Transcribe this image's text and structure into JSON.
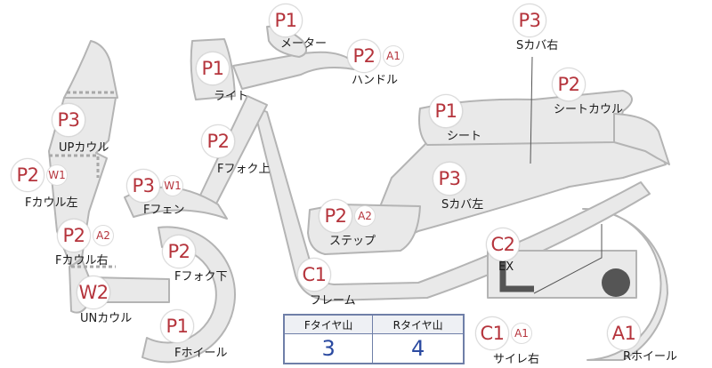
{
  "colors": {
    "part_fill": "#e9e9e9",
    "part_stroke": "#b4b4b4",
    "dark_part": "#555555",
    "grade_text": "#b5343c",
    "table_border": "#6f7fa8",
    "table_value": "#2b4aa0"
  },
  "parts": [
    {
      "id": "meter",
      "grade": "P1",
      "badge": "",
      "label": "メーター"
    },
    {
      "id": "handle",
      "grade": "P2",
      "badge": "A1",
      "label": "ハンドル"
    },
    {
      "id": "light",
      "grade": "P1",
      "badge": "",
      "label": "ライト"
    },
    {
      "id": "up-cowl",
      "grade": "P3",
      "badge": "",
      "label": "UPカウル"
    },
    {
      "id": "f-fork-upper",
      "grade": "P2",
      "badge": "",
      "label": "Fフォク上"
    },
    {
      "id": "f-cowl-left",
      "grade": "P2",
      "badge": "W1",
      "label": "Fカウル左"
    },
    {
      "id": "f-fender",
      "grade": "P3",
      "badge": "W1",
      "label": "Fフェン"
    },
    {
      "id": "f-cowl-right",
      "grade": "P2",
      "badge": "A2",
      "label": "Fカウル右"
    },
    {
      "id": "f-fork-lower",
      "grade": "P2",
      "badge": "",
      "label": "Fフォク下"
    },
    {
      "id": "un-cowl",
      "grade": "W2",
      "badge": "",
      "label": "UNカウル"
    },
    {
      "id": "f-wheel",
      "grade": "P1",
      "badge": "",
      "label": "Fホイール"
    },
    {
      "id": "s-cover-right",
      "grade": "P3",
      "badge": "",
      "label": "Sカバ右"
    },
    {
      "id": "seat-cowl",
      "grade": "P2",
      "badge": "",
      "label": "シートカウル"
    },
    {
      "id": "seat",
      "grade": "P1",
      "badge": "",
      "label": "シート"
    },
    {
      "id": "s-cover-left",
      "grade": "P3",
      "badge": "",
      "label": "Sカバ左"
    },
    {
      "id": "step",
      "grade": "P2",
      "badge": "A2",
      "label": "ステップ"
    },
    {
      "id": "exhaust",
      "grade": "C2",
      "badge": "",
      "label": "EX"
    },
    {
      "id": "frame",
      "grade": "C1",
      "badge": "",
      "label": "フレーム"
    },
    {
      "id": "silencer-right",
      "grade": "C1",
      "badge": "A1",
      "label": "サイレ右"
    },
    {
      "id": "r-wheel",
      "grade": "A1",
      "badge": "",
      "label": "Rホイール"
    }
  ],
  "tread": {
    "front_label": "Fタイヤ山",
    "rear_label": "Rタイヤ山",
    "front_value": "3",
    "rear_value": "4"
  }
}
